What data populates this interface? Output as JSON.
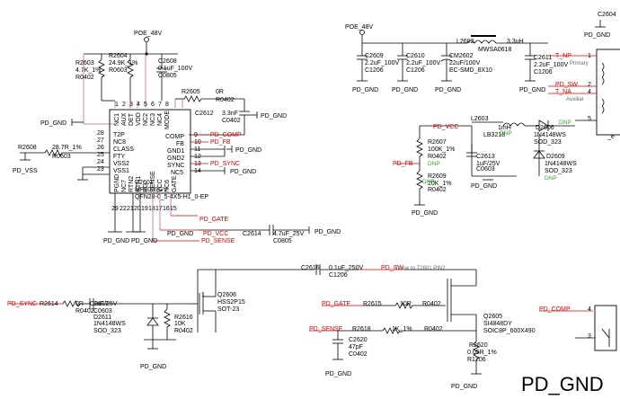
{
  "nets": {
    "poe48_top": "POE_48V",
    "poe48_right": "POE_48V",
    "pd_gnd_big": "PD_GND",
    "pd_vss": "PD_VSS",
    "pd_comp1": "PD_COMP",
    "pd_fb1": "PD_FB",
    "pd_sync1": "PD_SYNC",
    "pd_gate1": "PD_GATE",
    "pd_vcc1": "PD_VCC",
    "pd_sense1": "PD_SENSE",
    "pd_vcc2": "PD_VCC",
    "pd_fb2": "PD_FB",
    "pd_sw1": "PD_SW",
    "pd_sync2": "PD_SYNC",
    "pd_gate2": "PD_GATE",
    "pd_sense2": "PD_SENSE",
    "pd_comp2": "PD_COMP",
    "t_np": "T_NP",
    "pd_sw2": "PD_SW",
    "t_na": "T_NA"
  },
  "gnd_labels": [
    "PD_GND",
    "PD_GND",
    "PD_GND",
    "PD_GND",
    "PD_GND",
    "PD_GND",
    "PD_GND",
    "PD_GND",
    "PD_GND",
    "PD_GND",
    "PD_GND",
    "PD_GND",
    "PD_GND",
    "PD_GND",
    "PD_GND",
    "PD_GND",
    "PD_GND",
    "PD_GND"
  ],
  "ic_u2601": {
    "ref": "U2601",
    "part": "MP8009GV",
    "pkg": "QFN28-0_5-4X5-H1_0-EP",
    "top_pins": [
      "NC1",
      "AUX",
      "DET",
      "VDD",
      "NC2",
      "NC3",
      "NC4",
      "MODE"
    ],
    "top_nums": [
      "1",
      "2",
      "3",
      "4",
      "5",
      "6",
      "7",
      "8"
    ],
    "left_pins": [
      "T2P",
      "NC8",
      "CLASS",
      "FTY",
      "VSS2",
      "VSS1"
    ],
    "left_nums": [
      "28",
      "27",
      "26",
      "25",
      "24",
      "23"
    ],
    "right_pins": [
      "COMP",
      "FB",
      "GND1",
      "GND2",
      "SYNC",
      "NC5"
    ],
    "right_nums": [
      "9",
      "10",
      "11",
      "12",
      "13",
      "14"
    ],
    "bottom_pins": [
      "PGND",
      "NC7",
      "RTN2",
      "RTN1",
      "PG",
      "SENSE",
      "VCC",
      "NC6",
      "GATE"
    ],
    "bottom_nums": [
      "29",
      "22",
      "21",
      "20",
      "19",
      "18",
      "17",
      "16",
      "15"
    ]
  },
  "parts": {
    "r2603": {
      "ref": "R2603",
      "val": "4.7K_1%",
      "pkg": "R0402"
    },
    "r2604": {
      "ref": "R2604",
      "val": "24.9K_1%",
      "pkg": "R0603"
    },
    "c2608": {
      "ref": "C2608",
      "val": "0.1uF_100V",
      "pkg": "C0805"
    },
    "r2605": {
      "ref": "R2605",
      "val": "0R",
      "pkg": "R0402"
    },
    "c2612": {
      "ref": "C2612",
      "val": "3.3nF",
      "pkg": "C0402"
    },
    "r2608": {
      "ref": "R2608",
      "val": "28.7R_1%",
      "pkg": "R0603"
    },
    "c2614": {
      "ref": "C2614",
      "val": "4.7uF_25V",
      "pkg": "C0805"
    },
    "c2609": {
      "ref": "C2609",
      "val": "2.2uF_100V",
      "pkg": "C1206"
    },
    "c2610": {
      "ref": "C2610",
      "val": "2.2uF_100V",
      "pkg": "C1206"
    },
    "cm2602": {
      "ref": "CM2602",
      "val": "22uF/100V",
      "pkg": "EC-SMD_8X10"
    },
    "l2602": {
      "ref": "L2602",
      "val": "3.3uH",
      "pkg": "MWSA0618"
    },
    "c2611": {
      "ref": "C2611",
      "val": "2.2uF_100V",
      "pkg": "C1206"
    },
    "l2603": {
      "ref": "L2603",
      "val": "1mH",
      "pkg": "LB3218"
    },
    "r2607": {
      "ref": "R2607",
      "val": "100K_1%",
      "pkg": "R0402",
      "dnp": "DNP"
    },
    "c2613": {
      "ref": "C2613",
      "val": "1uF/25V",
      "pkg": "C0603",
      "dnp": "DNP"
    },
    "r2609": {
      "ref": "R2609",
      "val": "20K_1%",
      "pkg": "R0402",
      "dnp": "DNP"
    },
    "d2606": {
      "ref": "D2606",
      "val": "1N4148WS",
      "pkg": "SOD_323",
      "dnp": "DNP"
    },
    "d2609": {
      "ref": "D2609",
      "val": "1N4148WS",
      "pkg": "SOD_323",
      "dnp": "DNP"
    },
    "c2616": {
      "ref": "C2616",
      "val": "0.1uF_250V",
      "pkg": "C1206",
      "note": "Close to T2601 PIN2"
    },
    "r2614": {
      "ref": "R2614",
      "val": "0R",
      "pkg": "R0402"
    },
    "c2617": {
      "ref": "C2617",
      "val": "1uF/25V",
      "pkg": "C0603"
    },
    "d2611": {
      "ref": "D2611",
      "val": "1N4148WS",
      "pkg": "SOD_323"
    },
    "r2616": {
      "ref": "R2616",
      "val": "10K",
      "pkg": "R0402"
    },
    "q2606": {
      "ref": "Q2606",
      "val": "HSS2P15",
      "pkg": "SOT-23"
    },
    "r2615": {
      "ref": "R2615",
      "val": "10R",
      "pkg": "R0402"
    },
    "q2605": {
      "ref": "Q2605",
      "val": "SI4848DY",
      "pkg": "SOIC8P_600X490"
    },
    "r2618": {
      "ref": "R2618",
      "val": "1K_1%",
      "pkg": "R0402"
    },
    "c2620": {
      "ref": "C2620",
      "val": "47pF",
      "pkg": "C0402"
    },
    "r2620": {
      "ref": "R2620",
      "val": "0.05R_1%",
      "pkg": "R1206"
    }
  },
  "transformer": {
    "ref_partial": "C2604",
    "pins": [
      "1",
      "2",
      "4",
      "5",
      "4",
      "3"
    ],
    "labels": [
      "Primary",
      "Auxiliar"
    ],
    "suffix": "_e"
  }
}
